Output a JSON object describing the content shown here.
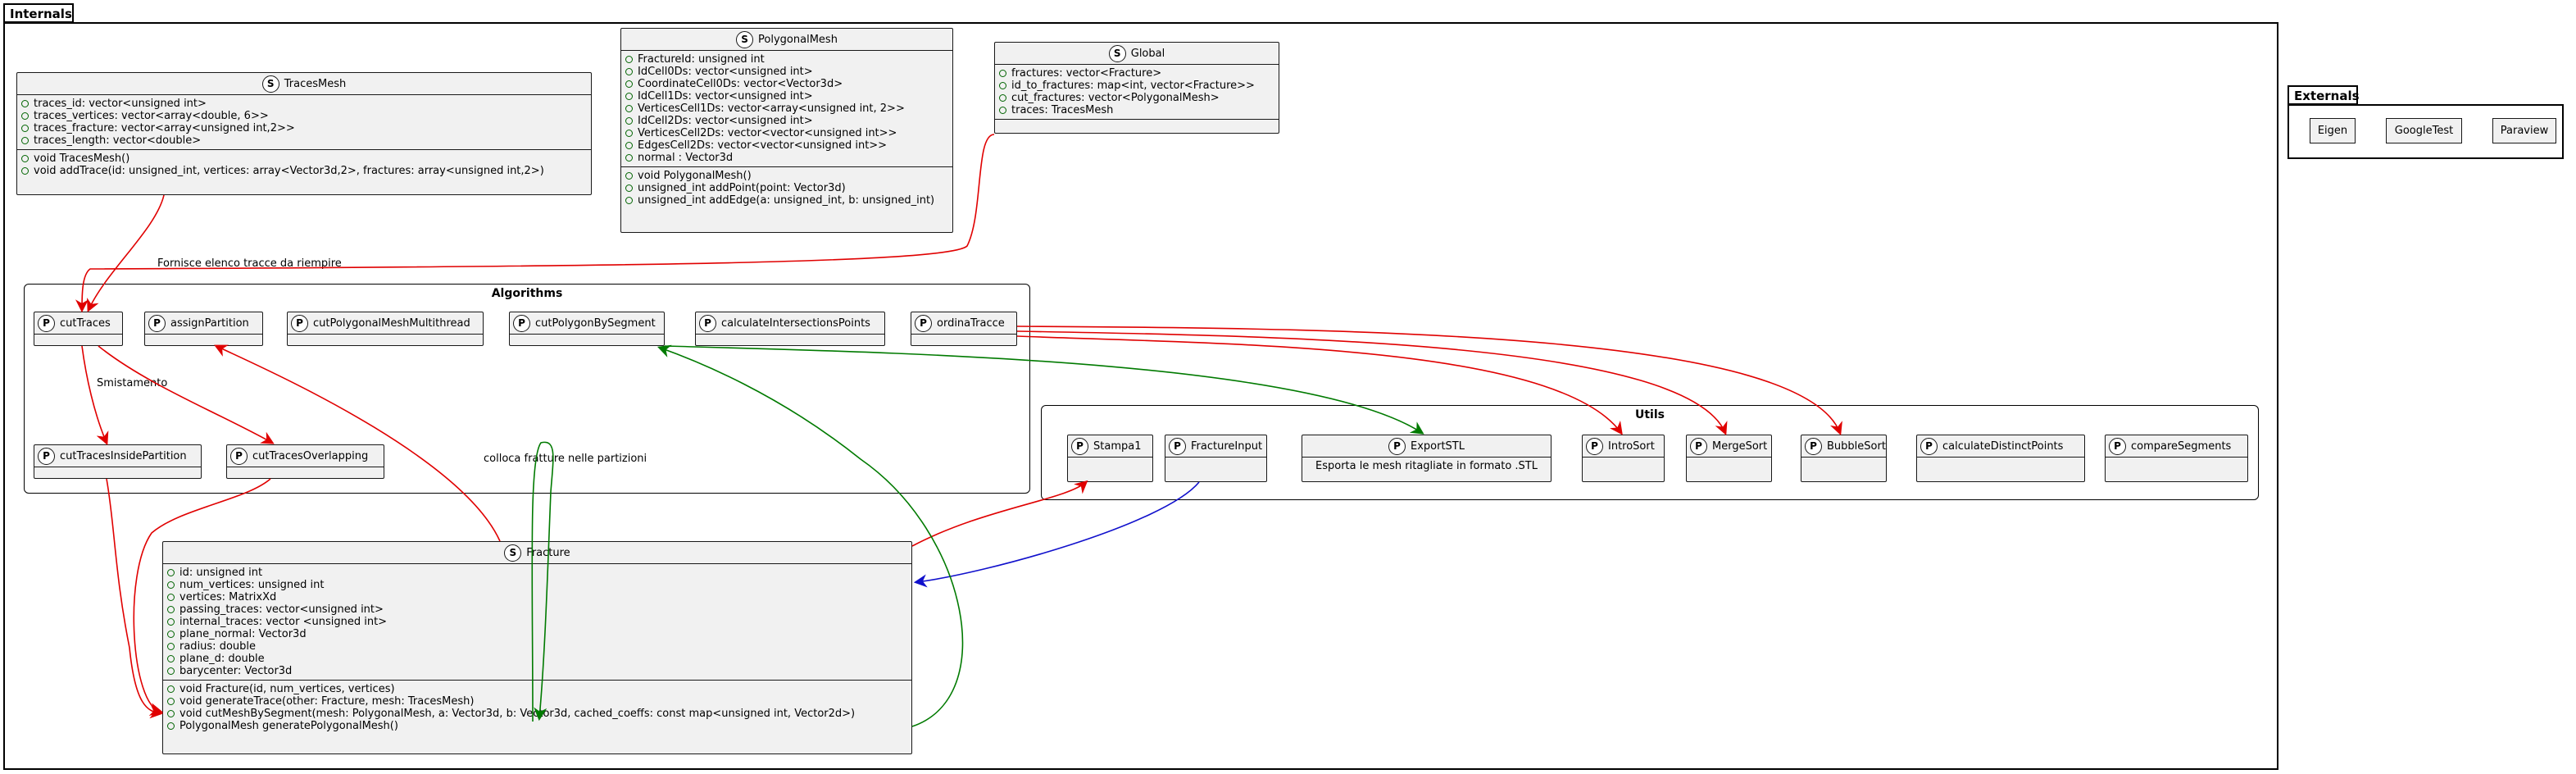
{
  "packages": {
    "internals": {
      "name": "Internals"
    },
    "externals": {
      "name": "Externals",
      "items": [
        "Eigen",
        "GoogleTest",
        "Paraview"
      ]
    }
  },
  "frames": {
    "algorithms": "Algorithms",
    "utils": "Utils"
  },
  "structs": {
    "traces_mesh": {
      "stereotype": "S",
      "name": "TracesMesh",
      "fields": [
        "traces_id: vector<unsigned int>",
        "traces_vertices: vector<array<double, 6>>",
        "traces_fracture: vector<array<unsigned int,2>>",
        "traces_length: vector<double>"
      ],
      "methods": [
        "void TracesMesh()",
        "void addTrace(id: unsigned_int, vertices: array<Vector3d,2>, fractures: array<unsigned int,2>)"
      ]
    },
    "polygonal_mesh": {
      "stereotype": "S",
      "name": "PolygonalMesh",
      "fields": [
        "FractureId: unsigned int",
        "IdCell0Ds: vector<unsigned int>",
        "CoordinateCell0Ds: vector<Vector3d>",
        "IdCell1Ds: vector<unsigned int>",
        "VerticesCell1Ds: vector<array<unsigned int, 2>>",
        "IdCell2Ds: vector<unsigned int>",
        "VerticesCell2Ds: vector<vector<unsigned int>>",
        "EdgesCell2Ds: vector<vector<unsigned int>>",
        "normal : Vector3d"
      ],
      "methods": [
        "void PolygonalMesh()",
        "unsigned_int addPoint(point: Vector3d)",
        "unsigned_int addEdge(a: unsigned_int, b: unsigned_int)"
      ]
    },
    "global": {
      "stereotype": "S",
      "name": "Global",
      "fields": [
        "fractures: vector<Fracture>",
        "id_to_fractures: map<int, vector<Fracture>>",
        "cut_fractures: vector<PolygonalMesh>",
        "traces: TracesMesh"
      ],
      "methods": []
    },
    "fracture": {
      "stereotype": "S",
      "name": "Fracture",
      "fields": [
        "id: unsigned int",
        "num_vertices: unsigned int",
        "vertices: MatrixXd",
        "passing_traces: vector<unsigned int>",
        "internal_traces: vector <unsigned int>",
        "plane_normal: Vector3d",
        "radius: double",
        "plane_d: double",
        "barycenter: Vector3d"
      ],
      "methods": [
        "void Fracture(id, num_vertices, vertices)",
        "void generateTrace(other: Fracture, mesh: TracesMesh)",
        "void cutMeshBySegment(mesh: PolygonalMesh, a: Vector3d, b: Vector3d, cached_coeffs: const map<unsigned int, Vector2d>)",
        "PolygonalMesh generatePolygonalMesh()"
      ]
    }
  },
  "procedures": {
    "cut_traces": "cutTraces",
    "assign_partition": "assignPartition",
    "cut_polygonal_mesh_multithread": "cutPolygonalMeshMultithread",
    "cut_polygon_by_segment": "cutPolygonBySegment",
    "calculate_intersections_points": "calculateIntersectionsPoints",
    "ordina_tracce": "ordinaTracce",
    "cut_traces_inside_partition": "cutTracesInsidePartition",
    "cut_traces_overlapping": "cutTracesOverlapping",
    "stampa1": "Stampa1",
    "fracture_input": "FractureInput",
    "export_stl": "ExportSTL",
    "export_stl_note": "Esporta le mesh ritagliate in formato .STL",
    "intro_sort": "IntroSort",
    "merge_sort": "MergeSort",
    "bubble_sort": "BubbleSort",
    "calculate_distinct_points": "calculateDistinctPoints",
    "compare_segments": "compareSegments"
  },
  "procedure_stereotype": "P",
  "edge_labels": {
    "traces_to_cut": "Fornisce elenco tracce da riempire",
    "smistamento": "Smistamento",
    "colloca": "colloca fratture nelle partizioni"
  },
  "colors": {
    "red": "#e00000",
    "green": "#007a00",
    "blue": "#1010cc",
    "box_bg": "#f1f1f1"
  }
}
